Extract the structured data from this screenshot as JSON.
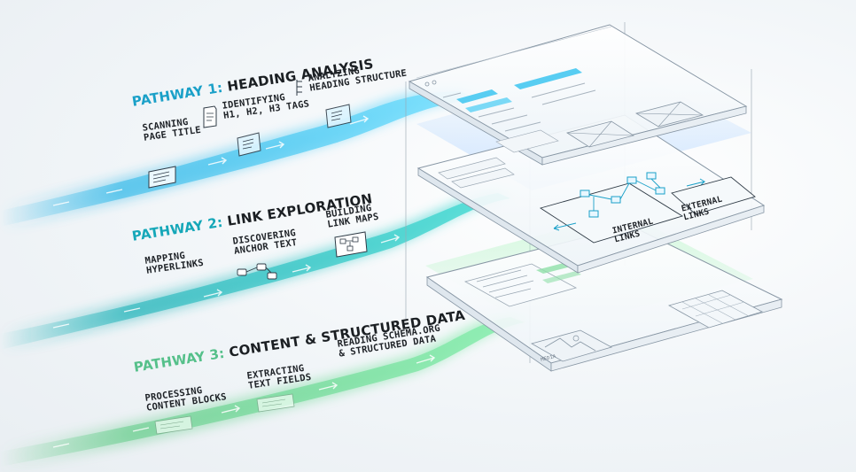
{
  "pathways": [
    {
      "prefix": "PATHWAY 1:",
      "title": "HEADING ANALYSIS",
      "steps": [
        "SCANNING\nPAGE TITLE",
        "IDENTIFYING\nH1, H2, H3 TAGS",
        "ANALYZING\nHEADING STRUCTURE"
      ],
      "color": "#29b6e8"
    },
    {
      "prefix": "PATHWAY 2:",
      "title": "LINK EXPLORATION",
      "steps": [
        "MAPPING\nHYPERLINKS",
        "DISCOVERING\nANCHOR TEXT",
        "BUILDING\nLINK MAPS"
      ],
      "color": "#1fb3b9"
    },
    {
      "prefix": "PATHWAY 3:",
      "title": "CONTENT & STRUCTURED DATA",
      "steps": [
        "PROCESSING\nCONTENT BLOCKS",
        "EXTRACTING\nTEXT FIELDS",
        "READING SCHEMA.ORG\n& STRUCTURED DATA"
      ],
      "color": "#5fcb86"
    }
  ],
  "page_layers": {
    "internal_links_label": "INTERNAL\nLINKS",
    "external_links_label": "EXTERNAL\nLINKS",
    "media_caption": "media"
  }
}
